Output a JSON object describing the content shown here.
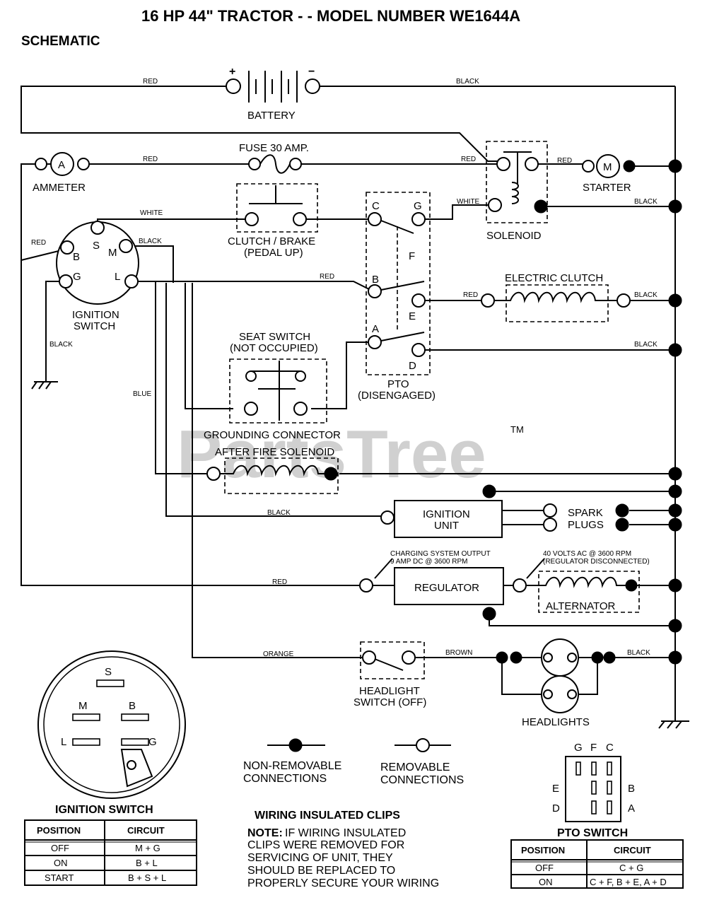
{
  "header": {
    "title": "16 HP 44\" TRACTOR - - MODEL NUMBER WE1644A",
    "subtitle": "SCHEMATIC"
  },
  "watermark": {
    "text": "PartsTree",
    "tm": "TM"
  },
  "components": {
    "battery": "BATTERY",
    "battery_plus": "+",
    "battery_minus": "−",
    "fuse": "FUSE 30 AMP.",
    "ammeter": "AMMETER",
    "ammeter_symbol": "A",
    "starter": "STARTER",
    "starter_symbol": "M",
    "solenoid": "SOLENOID",
    "clutch_brake_1": "CLUTCH / BRAKE",
    "clutch_brake_2": "(PEDAL UP)",
    "ignition_switch_1": "IGNITION",
    "ignition_switch_2": "SWITCH",
    "electric_clutch": "ELECTRIC CLUTCH",
    "seat_switch_1": "SEAT SWITCH",
    "seat_switch_2": "(NOT OCCUPIED)",
    "pto_1": "PTO",
    "pto_2": "(DISENGAGED)",
    "grounding_connector": "GROUNDING CONNECTOR",
    "after_fire_solenoid": "AFTER FIRE SOLENOID",
    "ignition_unit_1": "IGNITION",
    "ignition_unit_2": "UNIT",
    "spark_plugs_1": "SPARK",
    "spark_plugs_2": "PLUGS",
    "regulator": "REGULATOR",
    "alternator": "ALTERNATOR",
    "charging_1": "CHARGING SYSTEM OUTPUT",
    "charging_2": "9 AMP DC @ 3600 RPM",
    "volts_1": "40 VOLTS AC @ 3600 RPM",
    "volts_2": "(REGULATOR DISCONNECTED)",
    "headlight_switch_1": "HEADLIGHT",
    "headlight_switch_2": "SWITCH (OFF)",
    "headlights": "HEADLIGHTS"
  },
  "terminals": {
    "ign_s": "S",
    "ign_b": "B",
    "ign_m": "M",
    "ign_g": "G",
    "ign_l": "L",
    "pto_c": "C",
    "pto_g": "G",
    "pto_f": "F",
    "pto_b": "B",
    "pto_e": "E",
    "pto_a": "A",
    "pto_d": "D"
  },
  "wires": {
    "red": "RED",
    "black": "BLACK",
    "white": "WHITE",
    "blue": "BLUE",
    "orange": "ORANGE",
    "brown": "BROWN"
  },
  "legend": {
    "non_removable_1": "NON-REMOVABLE",
    "non_removable_2": "CONNECTIONS",
    "removable_1": "REMOVABLE",
    "removable_2": "CONNECTIONS"
  },
  "ignition_switch_detail": {
    "title": "IGNITION SWITCH",
    "labels": {
      "s": "S",
      "m": "M",
      "b": "B",
      "l": "L",
      "g": "G"
    },
    "table": {
      "headers": [
        "POSITION",
        "CIRCUIT"
      ],
      "rows": [
        [
          "OFF",
          "M + G"
        ],
        [
          "ON",
          "B + L"
        ],
        [
          "START",
          "B + S + L"
        ]
      ]
    }
  },
  "clips_note": {
    "title": "WIRING INSULATED CLIPS",
    "note_label": "NOTE:",
    "line1": " IF WIRING INSULATED",
    "line2": "CLIPS WERE REMOVED FOR",
    "line3": "SERVICING OF UNIT, THEY",
    "line4": "SHOULD BE REPLACED TO",
    "line5": "PROPERLY SECURE YOUR WIRING"
  },
  "pto_switch_detail": {
    "title": "PTO SWITCH",
    "labels": {
      "g": "G",
      "f": "F",
      "c": "C",
      "e": "E",
      "b": "B",
      "d": "D",
      "a": "A"
    },
    "table": {
      "headers": [
        "POSITION",
        "CIRCUIT"
      ],
      "rows": [
        [
          "OFF",
          "C + G"
        ],
        [
          "ON",
          "C + F, B + E, A + D"
        ]
      ]
    }
  }
}
